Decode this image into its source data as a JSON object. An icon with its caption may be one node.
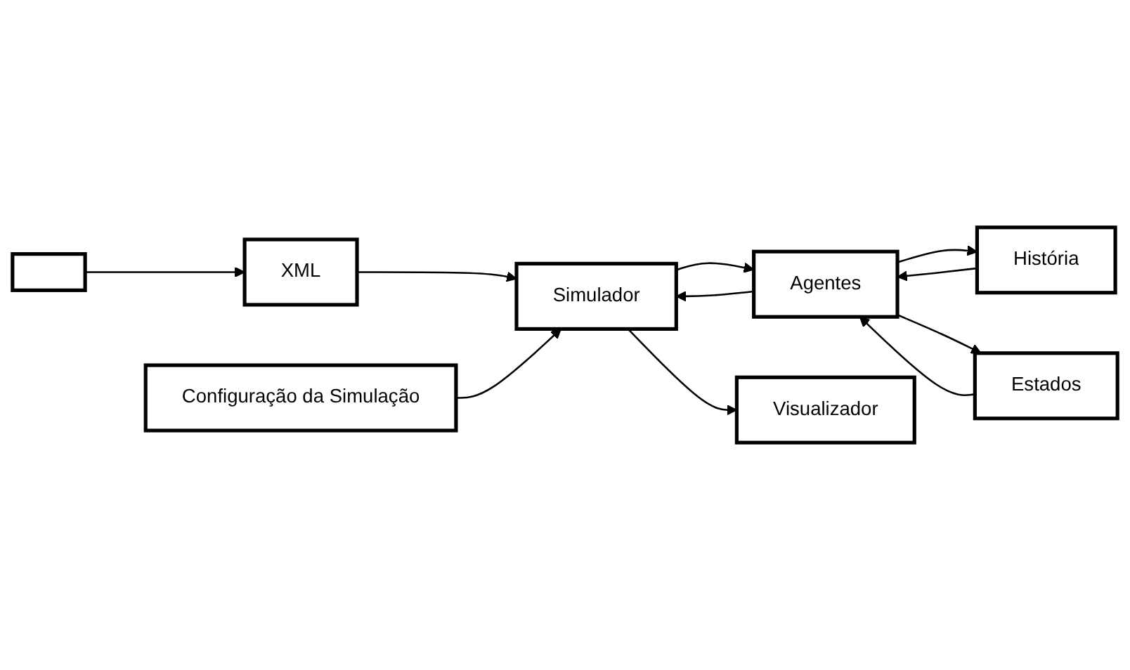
{
  "diagram": {
    "nodes": [
      {
        "text": [],
        "shape": "box"
      },
      {
        "text": [
          "XML"
        ]
      },
      {
        "text": [
          "Configuração da Simulação"
        ]
      },
      {
        "text": [
          "Simulador"
        ]
      },
      {
        "text": [
          "Agentes"
        ]
      },
      {
        "text": [
          "História"
        ]
      },
      {
        "text": [
          "Estados"
        ]
      },
      {
        "text": [
          "Visualizador"
        ]
      }
    ],
    "edges": [
      {
        "from": 0,
        "to": 1,
        "arrow": "to"
      },
      {
        "from": 1,
        "to": 3,
        "arrow": "to"
      },
      {
        "from": 2,
        "to": 3,
        "arrow": "to"
      },
      {
        "from": 3,
        "to": 4,
        "arrow": "to"
      },
      {
        "from": 4,
        "to": 3,
        "arrow": "to"
      },
      {
        "from": 4,
        "to": 5,
        "arrow": "to"
      },
      {
        "from": 5,
        "to": 4,
        "arrow": "to"
      },
      {
        "from": 4,
        "to": 6,
        "arrow": "to"
      },
      {
        "from": 6,
        "to": 4,
        "arrow": "to"
      },
      {
        "from": 3,
        "to": 7,
        "arrow": "to"
      }
    ]
  }
}
